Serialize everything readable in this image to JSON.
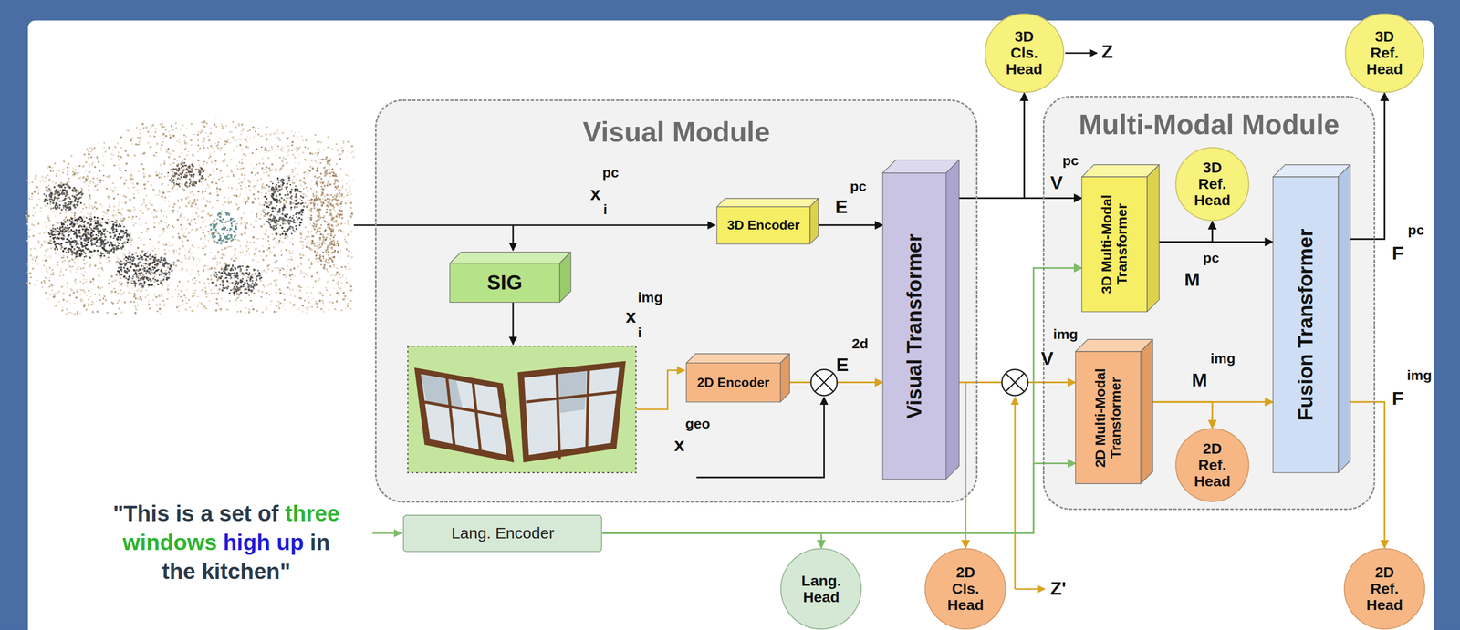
{
  "diagram": {
    "nodes": [
      {
        "text": [
          "Visual Module"
        ]
      },
      {
        "text": [
          "SIG"
        ],
        "in": 0
      },
      {
        "text": [
          "3D Encoder"
        ],
        "in": 0
      },
      {
        "text": [
          "2D Encoder"
        ],
        "in": 0
      },
      {
        "text": [
          "Visual Transformer"
        ],
        "in": 0
      },
      {
        "text": [
          "3D Cls. Head"
        ]
      },
      {
        "text": [
          "Multi-Modal Module"
        ]
      },
      {
        "text": [
          "3D Multi-Modal Transformer"
        ],
        "in": 6
      },
      {
        "text": [
          "3D Ref. Head"
        ],
        "in": 6
      },
      {
        "text": [
          "2D Multi-Modal Transformer"
        ],
        "in": 6
      },
      {
        "text": [
          "2D Ref. Head"
        ],
        "in": 6
      },
      {
        "text": [
          "Fusion Transformer"
        ],
        "in": 6
      },
      {
        "text": [
          "3D Ref. Head"
        ]
      },
      {
        "text": [
          "Lang. Encoder"
        ]
      },
      {
        "text": [
          "Lang. Head"
        ]
      },
      {
        "text": [
          "2D Cls. Head"
        ]
      },
      {
        "text": [
          "2D Ref. Head"
        ]
      }
    ],
    "edges": [
      {
        "from": 2,
        "to": 4,
        "arrow": "to"
      },
      {
        "from": 3,
        "to": 4,
        "arrow": "to"
      },
      {
        "from": 4,
        "to": 5,
        "arrow": "to"
      },
      {
        "from": 4,
        "to": 7,
        "arrow": "to"
      },
      {
        "from": 4,
        "to": 15,
        "arrow": "to"
      },
      {
        "from": 4,
        "to": 9,
        "arrow": "to"
      },
      {
        "from": 13,
        "to": 14,
        "arrow": "to"
      },
      {
        "from": 13,
        "to": 7,
        "arrow": "to"
      },
      {
        "from": 13,
        "to": 9,
        "arrow": "to"
      },
      {
        "from": 7,
        "to": 8,
        "arrow": "to"
      },
      {
        "from": 7,
        "to": 11,
        "arrow": "to"
      },
      {
        "from": 9,
        "to": 10,
        "arrow": "to"
      },
      {
        "from": 9,
        "to": 11,
        "arrow": "to"
      },
      {
        "from": 11,
        "to": 12,
        "arrow": "to"
      },
      {
        "from": 11,
        "to": 16,
        "arrow": "to"
      }
    ],
    "labels": [
      "x",
      "pc",
      "i",
      "E",
      "pc",
      "x",
      "img",
      "i",
      "E",
      "2d",
      "x",
      "geo",
      "Z",
      "V",
      "pc",
      "M",
      "pc",
      "V",
      "img",
      "M",
      "img",
      "F",
      "pc",
      "F",
      "img",
      "Z'",
      "\"This is a set of three windows high up in the kitchen\""
    ]
  }
}
